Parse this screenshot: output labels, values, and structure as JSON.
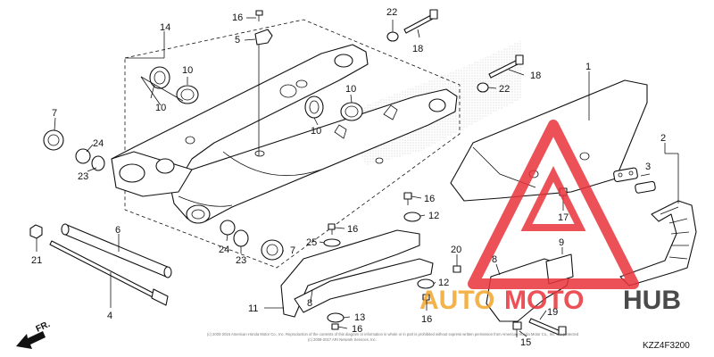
{
  "diagram_code": "KZZ4F3200",
  "front_indicator": "FR.",
  "copyright_line1": "(c) 2003-2015 American Honda Motor Co., Inc. Reproduction of the contents of this diagram or information in whole or in part is prohibited without express written permission from American Honda Motor Co., Inc. are protected",
  "copyright_line2": "(c) 2008-2017 ARI Network Services, Inc.",
  "watermark": {
    "part1": "AUTO",
    "part2": "MOTO",
    "part3": "HUB",
    "colors": {
      "red": "#e8333a",
      "orange": "#f2a62b",
      "dark": "#2b2b2b"
    }
  },
  "callouts": {
    "c1": "1",
    "c2": "2",
    "c3": "3",
    "c4": "4",
    "c5": "5",
    "c6": "6",
    "c7a": "7",
    "c7b": "7",
    "c8a": "8",
    "c8b": "8",
    "c9": "9",
    "c10a": "10",
    "c10b": "10",
    "c10c": "10",
    "c10d": "10",
    "c11": "11",
    "c12a": "12",
    "c12b": "12",
    "c13": "13",
    "c14": "14",
    "c15": "15",
    "c16a": "16",
    "c16b": "16",
    "c16c": "16",
    "c16d": "16",
    "c16e": "16",
    "c17": "17",
    "c18a": "18",
    "c18b": "18",
    "c19": "19",
    "c20": "20",
    "c21": "21",
    "c22a": "22",
    "c22b": "22",
    "c23a": "23",
    "c23b": "23",
    "c24a": "24",
    "c24b": "24",
    "c25": "25"
  }
}
